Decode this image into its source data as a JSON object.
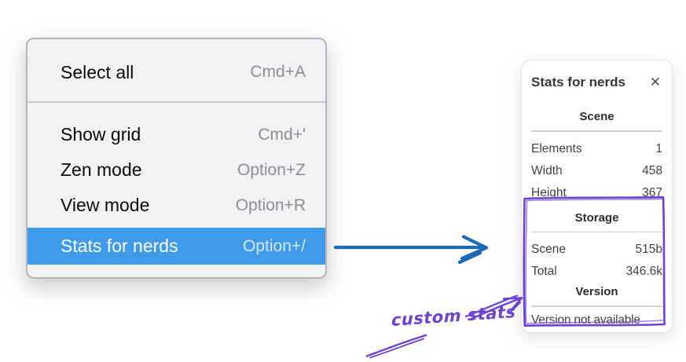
{
  "menu": {
    "items": [
      {
        "label": "Select all",
        "shortcut": "Cmd+A"
      },
      {
        "label": "Show grid",
        "shortcut": "Cmd+'"
      },
      {
        "label": "Zen mode",
        "shortcut": "Option+Z"
      },
      {
        "label": "View mode",
        "shortcut": "Option+R"
      },
      {
        "label": "Stats for nerds",
        "shortcut": "Option+/",
        "state": "selected"
      }
    ]
  },
  "stats_panel": {
    "title": "Stats for nerds",
    "close_glyph": "✕",
    "sections": [
      {
        "title": "Scene",
        "rows": [
          {
            "label": "Elements",
            "value": "1"
          },
          {
            "label": "Width",
            "value": "458"
          },
          {
            "label": "Height",
            "value": "367"
          }
        ]
      },
      {
        "title": "Storage",
        "rows": [
          {
            "label": "Scene",
            "value": "515b"
          },
          {
            "label": "Total",
            "value": "346.6k"
          }
        ]
      },
      {
        "title": "Version",
        "message": "Version not available"
      }
    ]
  },
  "annotation": {
    "text": "custom stats"
  },
  "icons": {
    "close": "close-icon",
    "blue_arrow": "arrow-right-icon",
    "purple_arrow": "annotation-arrow-icon"
  },
  "colors": {
    "menu_highlight": "#3d9be9",
    "arrow_blue": "#1e68b8",
    "annotation_purple": "#6b42d1",
    "panel_divider": "#c9d1da"
  }
}
